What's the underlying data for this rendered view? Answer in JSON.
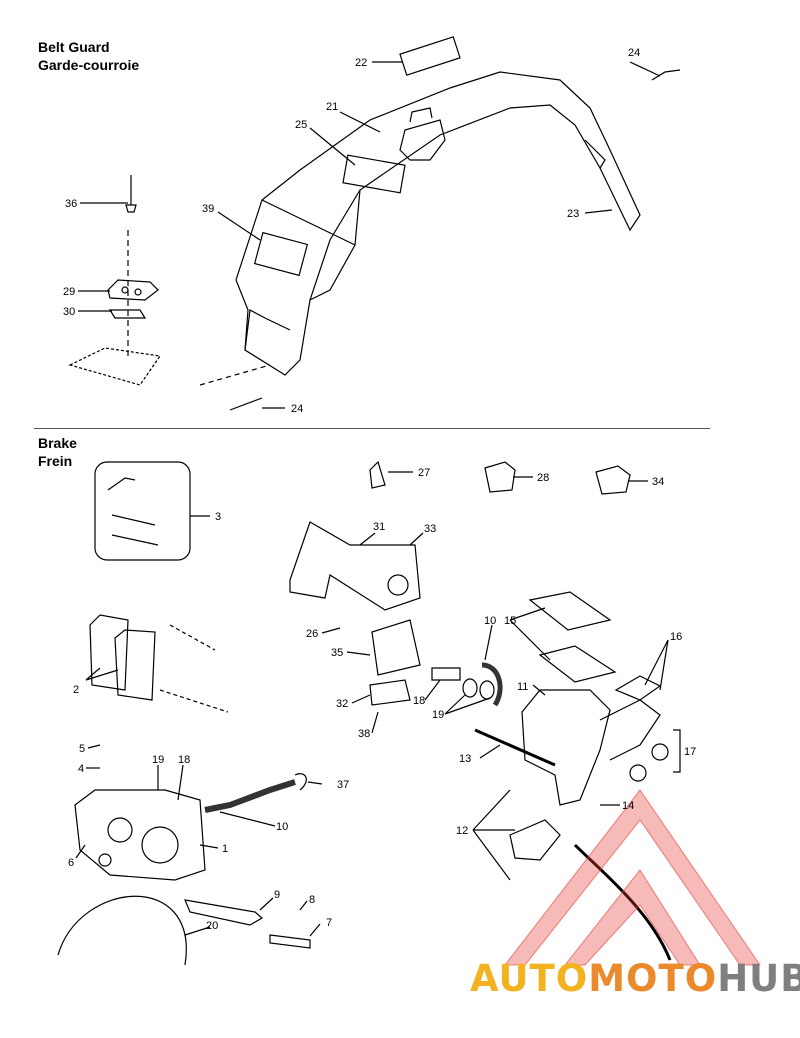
{
  "sections": {
    "belt_guard": {
      "title_en": "Belt Guard",
      "title_fr": "Garde-courroie"
    },
    "brake": {
      "title_en": "Brake",
      "title_fr": "Frein"
    }
  },
  "callouts": {
    "c22": "22",
    "c21": "21",
    "c25": "25",
    "c24a": "24",
    "c23": "23",
    "c36": "36",
    "c39": "39",
    "c29": "29",
    "c30": "30",
    "c24b": "24",
    "c27": "27",
    "c28": "28",
    "c34": "34",
    "c3": "3",
    "c31": "31",
    "c33": "33",
    "c26": "26",
    "c10a": "10",
    "c15": "15",
    "c16": "16",
    "c35": "35",
    "c11": "11",
    "c18": "18",
    "c19a": "19",
    "c32": "32",
    "c38": "38",
    "c2": "2",
    "c17": "17",
    "c13": "13",
    "c5": "5",
    "c4": "4",
    "c19b": "19",
    "c18b": "18",
    "c37": "37",
    "c14": "14",
    "c12": "12",
    "c10b": "10",
    "c6": "6",
    "c1": "1",
    "c9": "9",
    "c8": "8",
    "c7": "7",
    "c20": "20"
  },
  "watermark": {
    "part1": "AUTO",
    "part2": "MOTO",
    "part3": "HUB",
    "colors": [
      "#f3b21f",
      "#ea8a2b",
      "#7f7f7f"
    ]
  }
}
